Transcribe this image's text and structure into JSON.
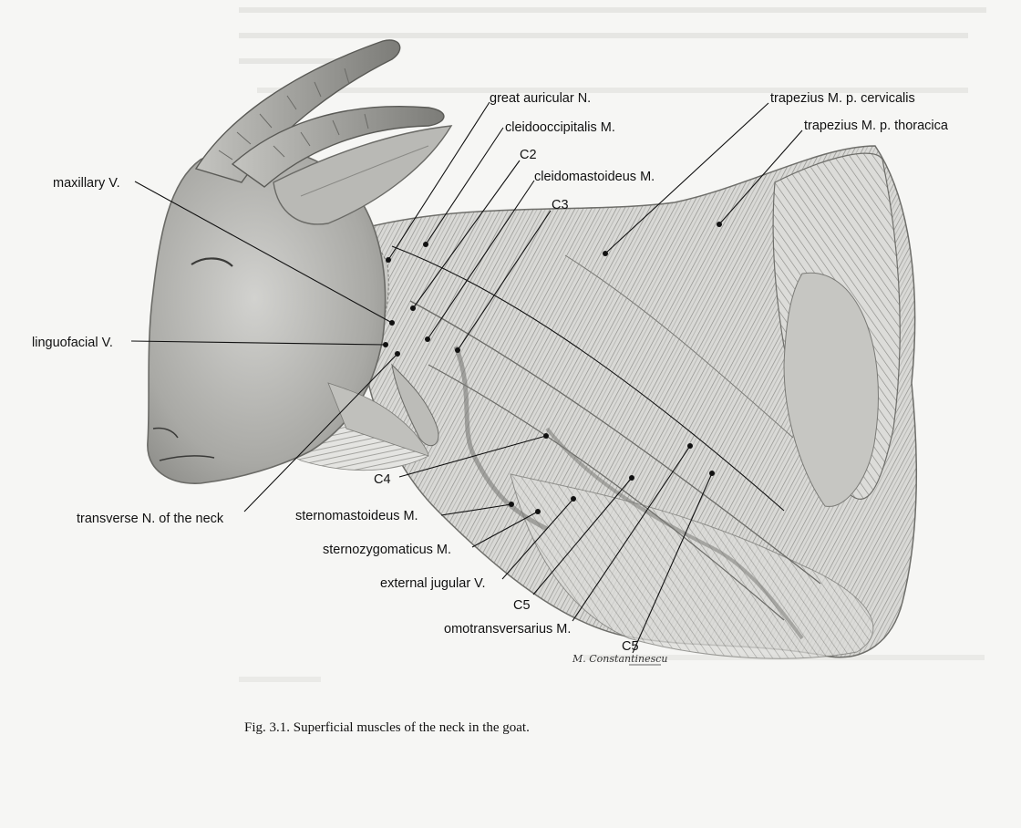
{
  "caption": {
    "number": "Fig. 3.1.",
    "text": "Superficial muscles of the neck in the goat."
  },
  "signature": "M. Constantinescu",
  "labels": {
    "great_auricular": "great auricular N.",
    "cleidooccipitalis": "cleidooccipitalis M.",
    "c2": "C2",
    "cleidomastoideus": "cleidomastoideus M.",
    "c3": "C3",
    "maxillary": "maxillary V.",
    "linguofacial": "linguofacial V.",
    "transverse_n": "transverse N. of the neck",
    "trapezius_cervicalis": "trapezius M. p. cervicalis",
    "trapezius_thoracica": "trapezius M. p. thoracica",
    "c4": "C4",
    "sternomastoideus": "sternomastoideus M.",
    "sternozygomaticus": "sternozygomaticus M.",
    "external_jugular": "external jugular V.",
    "c5_a": "C5",
    "omotransversarius": "omotransversarius M.",
    "c5_b": "C5"
  },
  "colors": {
    "ink": "#111111",
    "illustration": "#9a9a96",
    "paper": "#f6f6f4"
  }
}
